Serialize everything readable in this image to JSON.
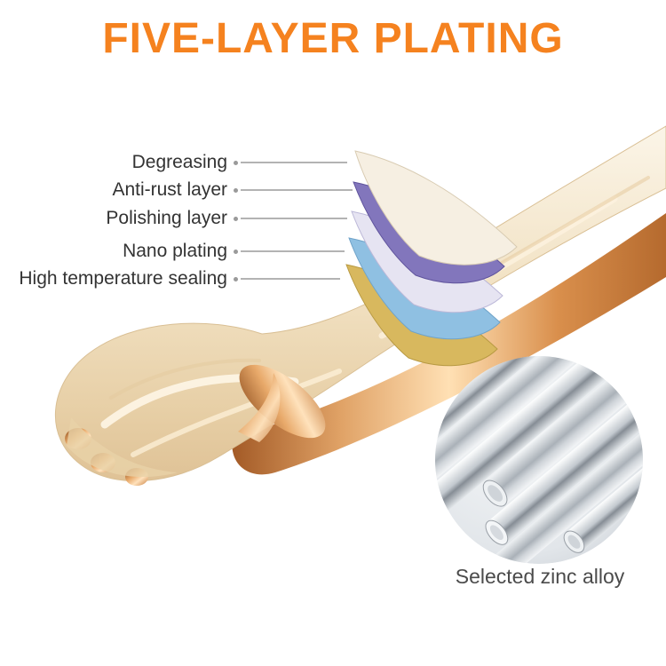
{
  "title": "FIVE-LAYER PLATING",
  "labels": [
    {
      "text": "Degreasing"
    },
    {
      "text": "Anti-rust layer"
    },
    {
      "text": "Polishing layer"
    },
    {
      "text": "Nano plating"
    },
    {
      "text": "High temperature sealing"
    }
  ],
  "inset": {
    "caption": "Selected zinc alloy",
    "subject": "zinc-alloy-rods-photo"
  },
  "illustration": {
    "subject": "five-layer-plated-cabinet-handle",
    "layer_colors": {
      "top_sheet": "#F6EFE2",
      "anti_rust": "#8276BC",
      "polishing": "#E6E4F2",
      "nano_plating": "#8FC0E2",
      "high_temp_sealing": "#D8B85E"
    }
  },
  "colors": {
    "accent_title": "#F5821F",
    "label_text": "#333333",
    "leader_line": "#B3B3B3",
    "caption_text": "#4B4B4B",
    "handle_cream": "#EFDDBE",
    "handle_rose_gold": "#D89A5A"
  }
}
